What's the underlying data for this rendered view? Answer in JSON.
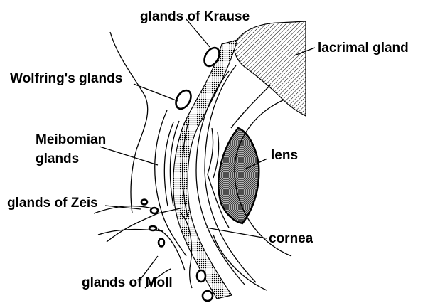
{
  "labels": {
    "krause": "glands of Krause",
    "lacrimal": "lacrimal gland",
    "wolfring": "Wolfring's glands",
    "meibomian_1": "Meibomian",
    "meibomian_2": "glands",
    "lens": "lens",
    "zeis": "glands of Zeis",
    "cornea": "cornea",
    "moll": "glands of Moll"
  },
  "colors": {
    "ink": "#000000",
    "background": "#ffffff"
  }
}
